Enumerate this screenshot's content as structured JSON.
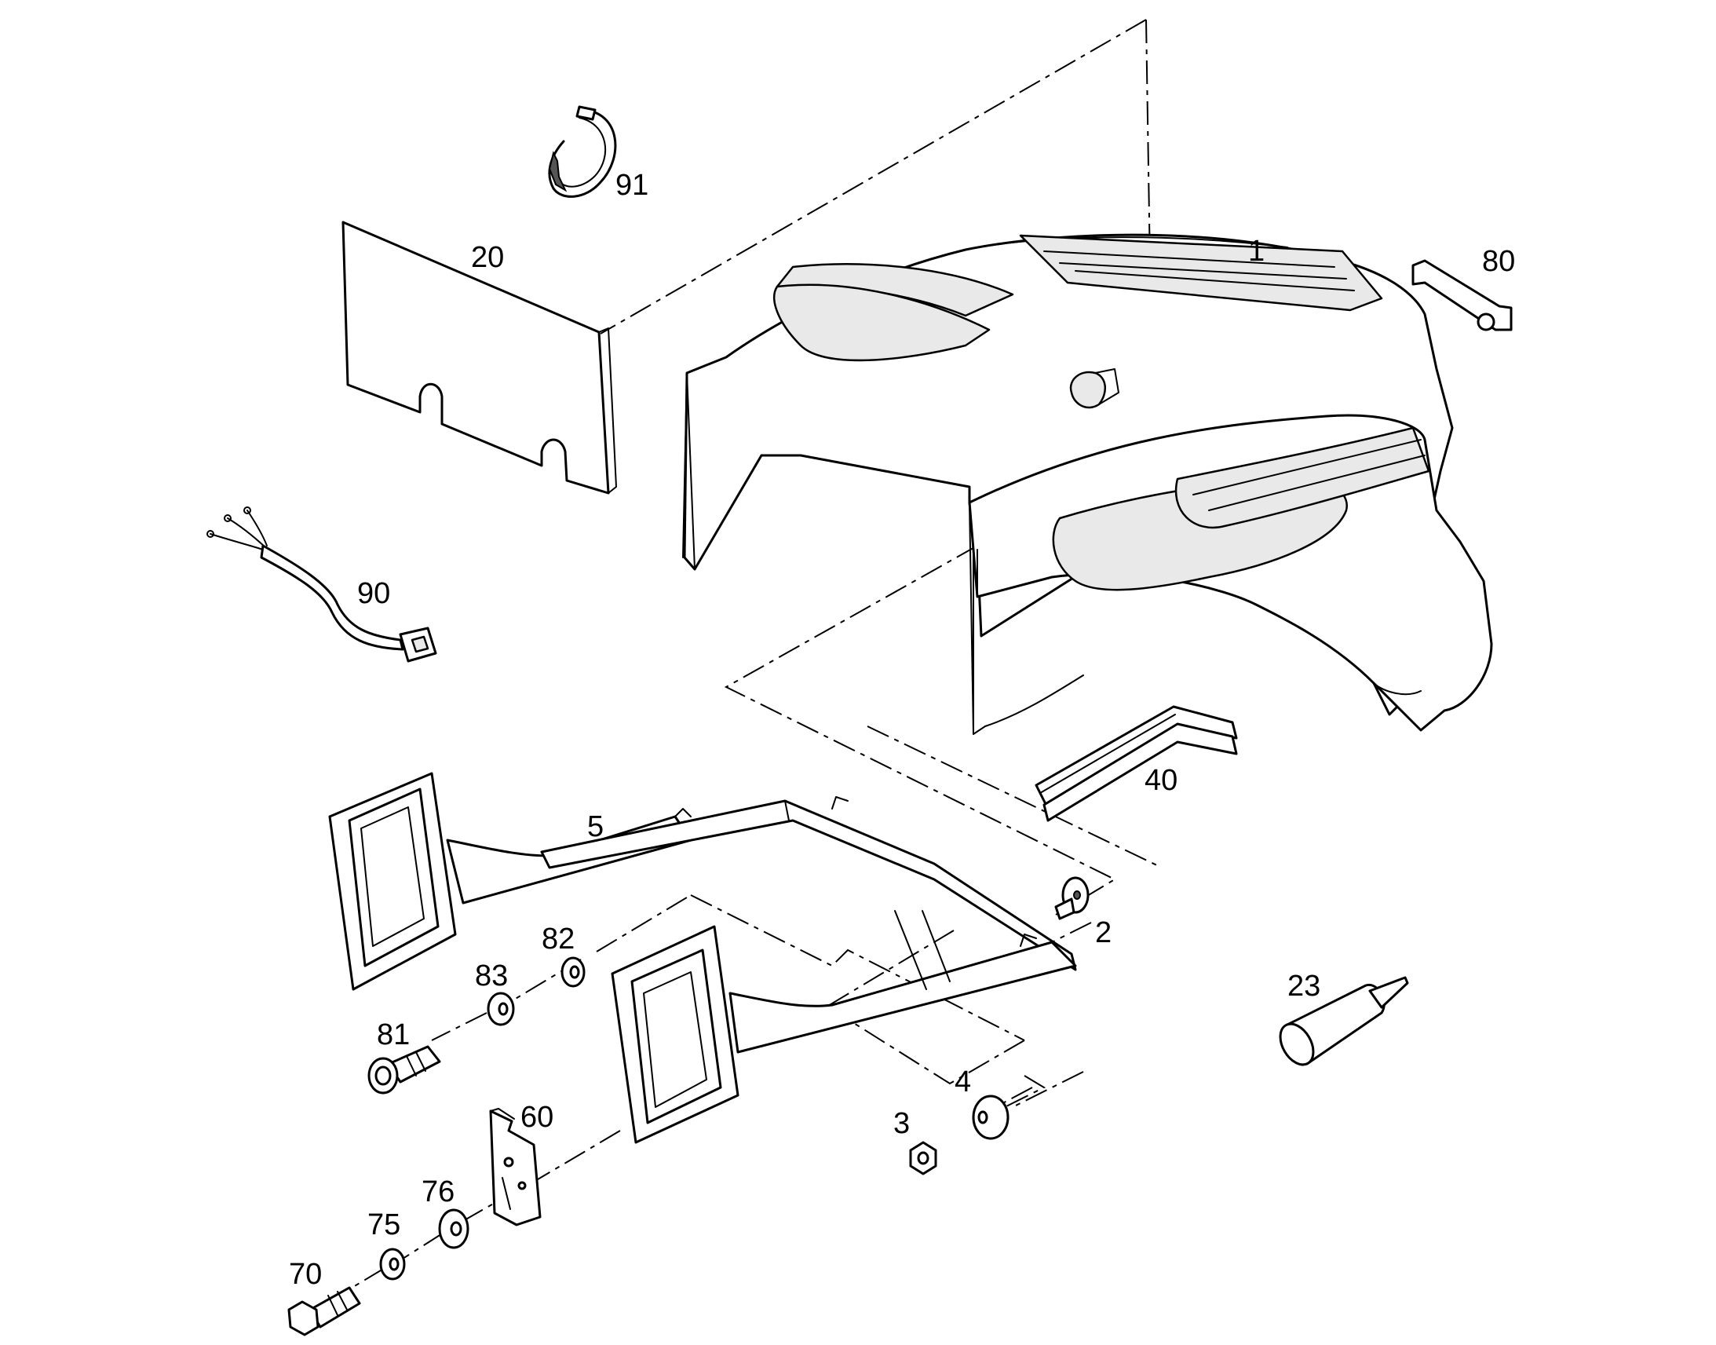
{
  "callouts": {
    "p1": "1",
    "p2": "2",
    "p3": "3",
    "p4": "4",
    "p5": "5",
    "p20": "20",
    "p23": "23",
    "p40": "40",
    "p60": "60",
    "p70": "70",
    "p75": "75",
    "p76": "76",
    "p80": "80",
    "p81": "81",
    "p82": "82",
    "p83": "83",
    "p90": "90",
    "p91": "91"
  }
}
